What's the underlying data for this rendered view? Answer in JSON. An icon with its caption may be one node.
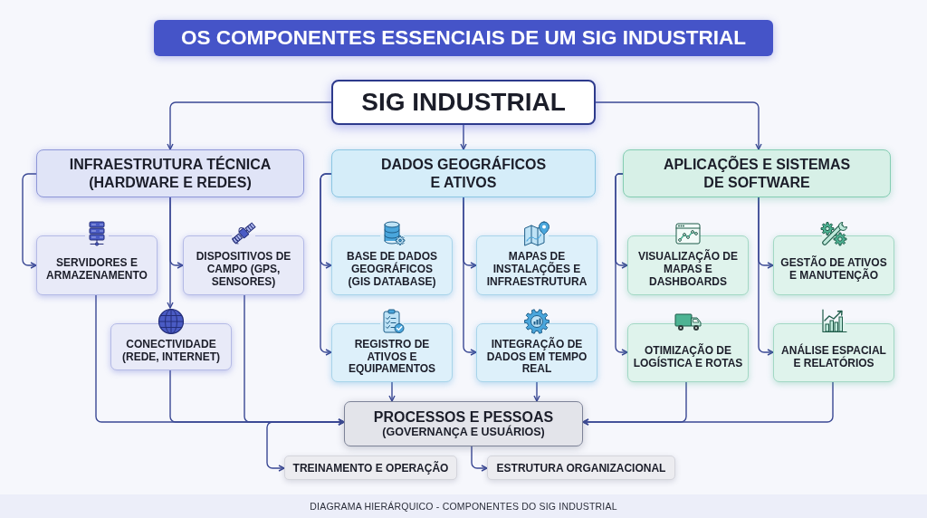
{
  "diagram": {
    "title": "OS COMPONENTES ESSENCIAIS DE UM SIG INDUSTRIAL",
    "caption": "DIAGRAMA HIERÁRQUICO - COMPONENTES DO SIG INDUSTRIAL",
    "nodes": [
      {
        "text": [
          "SIG INDUSTRIAL"
        ]
      },
      {
        "text": [
          "INFRAESTRUTURA TÉCNICA (HARDWARE E REDES)"
        ]
      },
      {
        "text": [
          "DADOS GEOGRÁFICOS E ATIVOS"
        ]
      },
      {
        "text": [
          "APLICAÇÕES E SISTEMAS DE SOFTWARE"
        ]
      },
      {
        "text": [
          "SERVIDORES E ARMAZENAMENTO"
        ]
      },
      {
        "text": [
          "DISPOSITIVOS DE CAMPO (GPS, SENSORES)"
        ]
      },
      {
        "text": [
          "CONECTIVIDADE (REDE, INTERNET)"
        ]
      },
      {
        "text": [
          "BASE DE DADOS GEOGRÁFICOS (GIS DATABASE)"
        ]
      },
      {
        "text": [
          "MAPAS DE INSTALAÇÕES E INFRAESTRUTURA"
        ]
      },
      {
        "text": [
          "REGISTRO DE ATIVOS E EQUIPAMENTOS"
        ]
      },
      {
        "text": [
          "INTEGRAÇÃO DE DADOS EM TEMPO REAL"
        ]
      },
      {
        "text": [
          "VISUALIZAÇÃO DE MAPAS E DASHBOARDS"
        ]
      },
      {
        "text": [
          "GESTÃO DE ATIVOS E MANUTENÇÃO"
        ]
      },
      {
        "text": [
          "OTIMIZAÇÃO DE LOGÍSTICA E ROTAS"
        ]
      },
      {
        "text": [
          "ANÁLISE ESPACIAL E RELATÓRIOS"
        ]
      },
      {
        "text": [
          "PROCESSOS E PESSOAS",
          "(GOVERNANÇA E USUÁRIOS)"
        ]
      },
      {
        "text": [
          "TREINAMENTO E OPERAÇÃO"
        ]
      },
      {
        "text": [
          "ESTRUTURA ORGANIZACIONAL"
        ]
      }
    ],
    "edges": [
      {
        "from": 0,
        "to": 1,
        "arrow": "to"
      },
      {
        "from": 0,
        "to": 2,
        "arrow": "to"
      },
      {
        "from": 0,
        "to": 3,
        "arrow": "to"
      },
      {
        "from": 1,
        "to": 4,
        "arrow": "to"
      },
      {
        "from": 1,
        "to": 5,
        "arrow": "to"
      },
      {
        "from": 1,
        "to": 6,
        "arrow": "to"
      },
      {
        "from": 2,
        "to": 7,
        "arrow": "to"
      },
      {
        "from": 2,
        "to": 9,
        "arrow": "to"
      },
      {
        "from": 2,
        "to": 8,
        "arrow": "to"
      },
      {
        "from": 2,
        "to": 10,
        "arrow": "to"
      },
      {
        "from": 3,
        "to": 11,
        "arrow": "to"
      },
      {
        "from": 3,
        "to": 13,
        "arrow": "to"
      },
      {
        "from": 3,
        "to": 12,
        "arrow": "to"
      },
      {
        "from": 3,
        "to": 14,
        "arrow": "to"
      },
      {
        "from": 4,
        "to": 15,
        "arrow": "to"
      },
      {
        "from": 6,
        "to": 15,
        "arrow": "to"
      },
      {
        "from": 5,
        "to": 15,
        "arrow": "to"
      },
      {
        "from": 9,
        "to": 15,
        "arrow": "to"
      },
      {
        "from": 10,
        "to": 15,
        "arrow": "to"
      },
      {
        "from": 13,
        "to": 15,
        "arrow": "to"
      },
      {
        "from": 14,
        "to": 15,
        "arrow": "to"
      },
      {
        "from": 15,
        "to": 16,
        "arrow": "to"
      },
      {
        "from": 15,
        "to": 17,
        "arrow": "to"
      }
    ]
  }
}
